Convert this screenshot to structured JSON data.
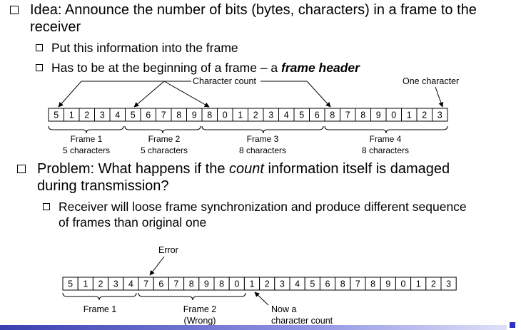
{
  "bullets": {
    "idea_line1": "Idea: Announce the number of bits (bytes, characters) in a frame to the",
    "idea_line2": "receiver",
    "sub1": "Put this information into the frame",
    "sub2_prefix": "Has to be at the beginning of a frame – a ",
    "sub2_emph": "frame header",
    "problem_line1_prefix": "Problem: What happens if the ",
    "problem_line1_emph": "count",
    "problem_line1_suffix": " information itself is damaged",
    "problem_line2": "during transmission?",
    "sub3_line1": "Receiver will loose frame synchronization and produce different sequence",
    "sub3_line2": "of frames than original one"
  },
  "figure1": {
    "character_count_label": "Character count",
    "one_character_label": "One character",
    "cells": [
      "5",
      "1",
      "2",
      "3",
      "4",
      "5",
      "6",
      "7",
      "8",
      "9",
      "8",
      "0",
      "1",
      "2",
      "3",
      "4",
      "5",
      "6",
      "8",
      "7",
      "8",
      "9",
      "0",
      "1",
      "2",
      "3"
    ],
    "frames": [
      {
        "name": "Frame 1",
        "size": "5 characters"
      },
      {
        "name": "Frame 2",
        "size": "5 characters"
      },
      {
        "name": "Frame 3",
        "size": "8 characters"
      },
      {
        "name": "Frame 4",
        "size": "8 characters"
      }
    ]
  },
  "figure2": {
    "error_label": "Error",
    "cells": [
      "5",
      "1",
      "2",
      "3",
      "4",
      "7",
      "6",
      "7",
      "8",
      "9",
      "8",
      "0",
      "1",
      "2",
      "3",
      "4",
      "5",
      "6",
      "8",
      "7",
      "8",
      "9",
      "0",
      "1",
      "2",
      "3"
    ],
    "frame1_label": "Frame 1",
    "frame2_label_line1": "Frame 2",
    "frame2_label_line2": "(Wrong)",
    "now_label_line1": "Now a",
    "now_label_line2": "character count"
  },
  "colors": {
    "footer_bar": "#3a3fb0",
    "nav_icon": "#2b33c6"
  },
  "icons": {
    "bullet": "hollow-square",
    "nav": "navigation-square-icon"
  }
}
